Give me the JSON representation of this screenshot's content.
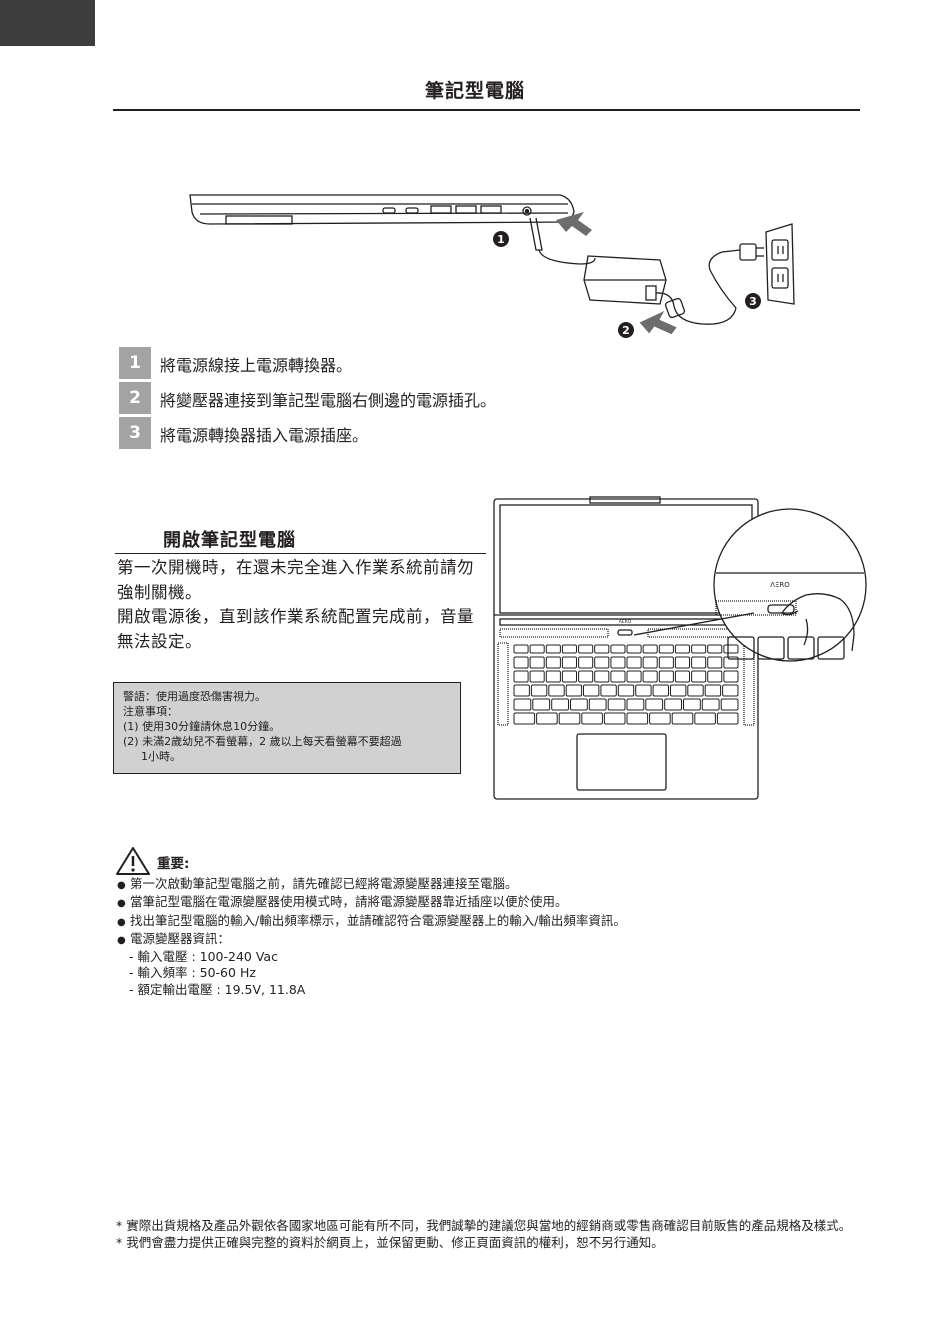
{
  "page": {
    "title": "筆記型電腦"
  },
  "setup": {
    "callouts": [
      "1",
      "2",
      "3"
    ],
    "steps": [
      {
        "num": "1",
        "text": "將電源線接上電源轉換器。"
      },
      {
        "num": "2",
        "text": "將變壓器連接到筆記型電腦右側邊的電源插孔。"
      },
      {
        "num": "3",
        "text": "將電源轉換器插入電源插座。"
      }
    ]
  },
  "power_on": {
    "heading": "開啟筆記型電腦",
    "paragraphs": [
      "第一次開機時，在還未完全進入作業系統前請勿強制關機。",
      "開啟電源後，直到該作業系統配置完成前，音量無法設定。"
    ],
    "laptop_brand": "AERO",
    "zoom_brand": "ΛΞRO"
  },
  "warning_box": {
    "lines": [
      "警語：使用過度恐傷害視力。",
      "注意事項：",
      "(1) 使用30分鐘請休息10分鐘。",
      "(2) 未滿2歲幼兒不看螢幕，2 歲以上每天看螢幕不要超過",
      "1小時。"
    ]
  },
  "important": {
    "heading": "重要:",
    "bullets": [
      "第一次啟動筆記型電腦之前，請先確認已經將電源變壓器連接至電腦。",
      "當筆記型電腦在電源變壓器使用模式時，請將電源變壓器靠近插座以便於使用。",
      "找出筆記型電腦的輸入/輸出頻率標示，並請確認符合電源變壓器上的輸入/輸出頻率資訊。",
      "電源變壓器資訊："
    ],
    "sub_items": [
      "- 輸入電壓 : 100-240 Vac",
      "- 輸入頻率 : 50-60 Hz",
      "- 額定輸出電壓 : 19.5V, 11.8A"
    ]
  },
  "footnotes": [
    "* 實際出貨規格及產品外觀依各國家地區可能有所不同，我們誠摯的建議您與當地的經銷商或零售商確認目前販售的產品規格及樣式。",
    "* 我們會盡力提供正確與完整的資料於網頁上，並保留更動、修正頁面資訊的權利，恕不另行通知。"
  ]
}
